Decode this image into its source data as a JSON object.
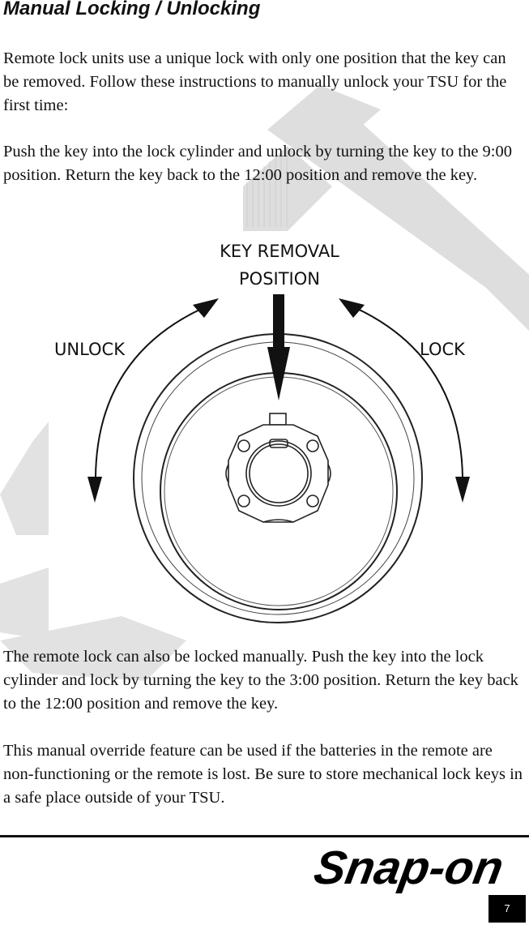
{
  "header": {
    "title": "Manual Locking / Unlocking"
  },
  "paragraphs": {
    "intro": "Remote lock units use a unique lock with only one position that the key can be removed. Follow these instructions to manually unlock your TSU for the first time:",
    "unlock": "Push the key into the lock cylinder and unlock by turning the key to the 9:00 position. Return the key back to the 12:00 position and remove the key.",
    "lock": "The remote lock can also be locked manually. Push the key into the lock cylinder and lock by turning the key to the 3:00 position. Return the key back to the 12:00 position and remove the key.",
    "override": "This manual override feature can be used if the batteries in the remote are non-functioning or the remote is lost. Be sure to store mechanical lock keys in a safe place outside of your TSU."
  },
  "diagram": {
    "label_top_1": "KEY REMOVAL",
    "label_top_2": "POSITION",
    "label_left": "UNLOCK",
    "label_right": "LOCK"
  },
  "footer": {
    "brand": "Snap-on",
    "page_number": "7"
  },
  "colors": {
    "text": "#111111",
    "watermark": "#d9d9d9",
    "page_badge": "#000000"
  }
}
